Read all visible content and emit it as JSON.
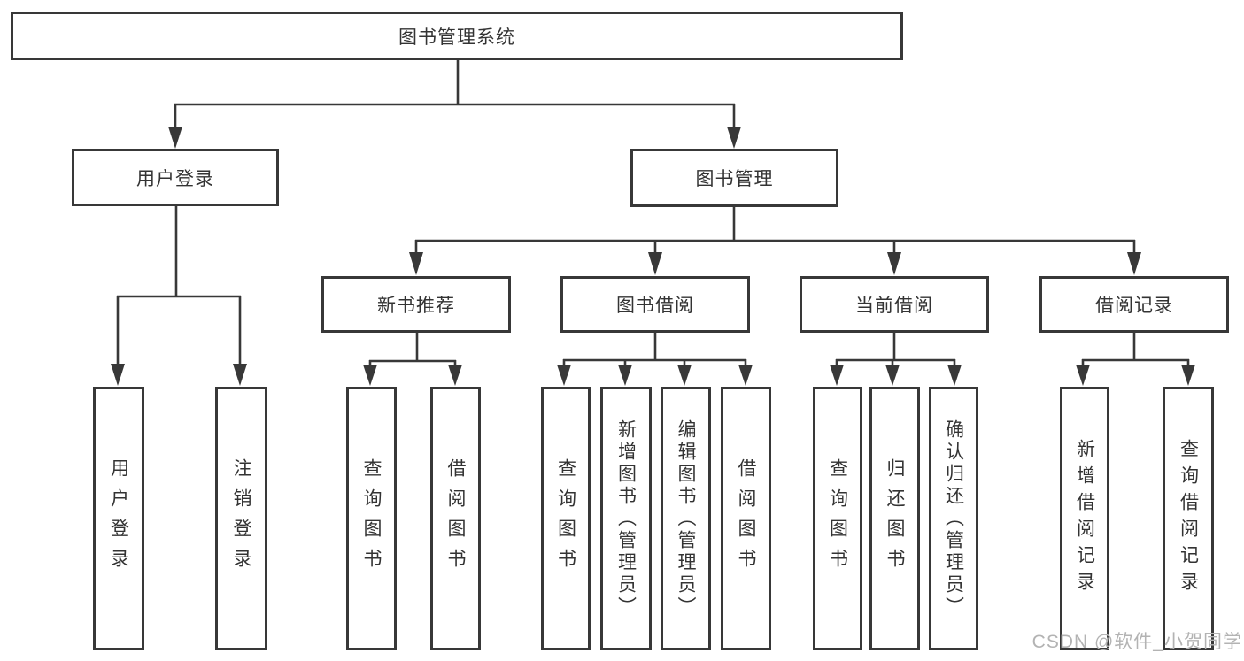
{
  "diagram": {
    "tree": {
      "root": {
        "label": "图书管理系统",
        "children": [
          {
            "label": "用户登录",
            "children": [
              {
                "label": "用户登录"
              },
              {
                "label": "注销登录"
              }
            ]
          },
          {
            "label": "图书管理",
            "children": [
              {
                "label": "新书推荐",
                "children": [
                  {
                    "label": "查询图书"
                  },
                  {
                    "label": "借阅图书"
                  }
                ]
              },
              {
                "label": "图书借阅",
                "children": [
                  {
                    "label": "查询图书"
                  },
                  {
                    "label": "新增图书（管理员）"
                  },
                  {
                    "label": "编辑图书（管理员）"
                  },
                  {
                    "label": "借阅图书"
                  }
                ]
              },
              {
                "label": "当前借阅",
                "children": [
                  {
                    "label": "查询图书"
                  },
                  {
                    "label": "归还图书"
                  },
                  {
                    "label": "确认归还（管理员）"
                  }
                ]
              },
              {
                "label": "借阅记录",
                "children": [
                  {
                    "label": "新增借阅记录"
                  },
                  {
                    "label": "查询借阅记录"
                  }
                ]
              }
            ]
          }
        ]
      }
    },
    "colors": {
      "line": "#383838",
      "text": "#333333",
      "background": "#ffffff",
      "watermark": "#b3b3b3"
    }
  },
  "watermark": {
    "text": "CSDN @软件_小贺同学"
  }
}
